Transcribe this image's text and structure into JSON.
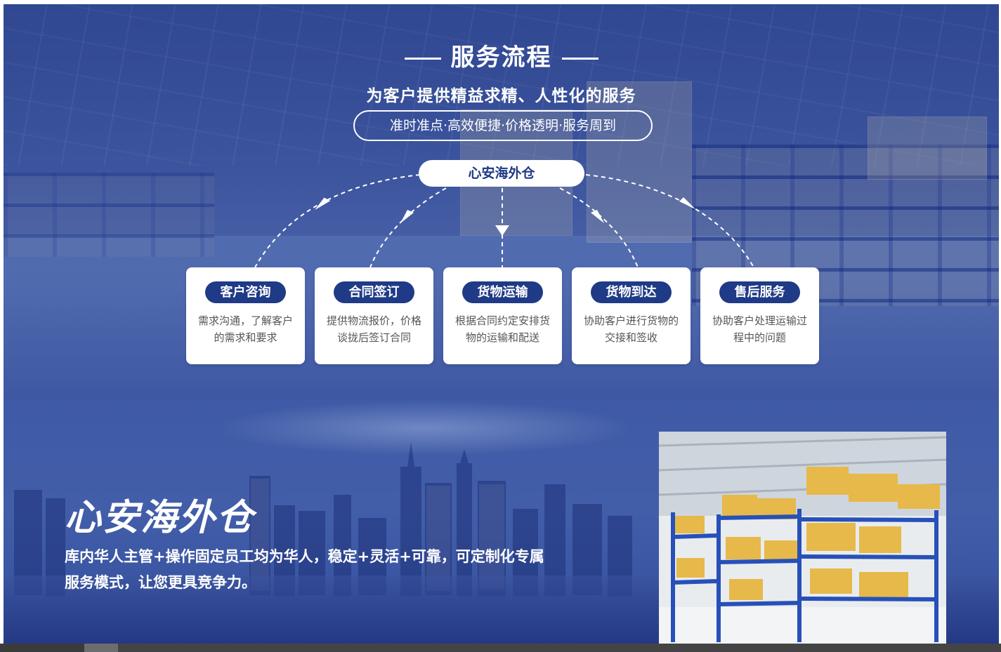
{
  "flow": {
    "title": "服务流程",
    "subtitle": "为客户提供精益求精、人性化的服务",
    "tagline": "准时准点·高效便捷·价格透明·服务周到",
    "hub": "心安海外仓",
    "steps": [
      {
        "label": "客户咨询",
        "desc": "需求沟通，了解客户的需求和要求"
      },
      {
        "label": "合同签订",
        "desc": "提供物流报价，价格谈拢后签订合同"
      },
      {
        "label": "货物运输",
        "desc": "根据合同约定安排货物的运输和配送"
      },
      {
        "label": "货物到达",
        "desc": "协助客户进行货物的交接和签收"
      },
      {
        "label": "售后服务",
        "desc": "协助客户处理运输过程中的问题"
      }
    ]
  },
  "intro": {
    "title": "心安海外仓",
    "text": "库内华人主管+操作固定员工均为华人，稳定+灵活+可靠，可定制化专属服务模式，让您更具竞争力。"
  },
  "colors": {
    "primary": "#1f3a86",
    "banner": "#3f5aa6",
    "card": "#ffffff",
    "shelf_blue": "#2750b8",
    "carton": "#e6b94a"
  }
}
